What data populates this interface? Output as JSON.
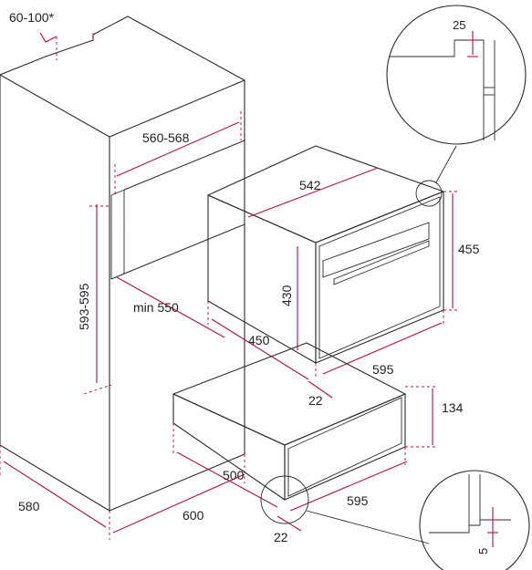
{
  "dimensions": {
    "niche_depth_range": "60-100*",
    "niche_width": "560-568",
    "niche_height": "593-595",
    "niche_min_depth": "min 550",
    "cabinet_depth": "580",
    "cabinet_width": "600",
    "oven_body_width": "542",
    "oven_front_height": "455",
    "oven_body_height": "430",
    "oven_body_depth": "450",
    "oven_front_width": "595",
    "oven_front_offset": "22",
    "detail_gap_top": "25",
    "drawer_height": "134",
    "drawer_depth": "500",
    "drawer_front_width": "595",
    "drawer_front_offset": "22",
    "detail_gap_bottom": "5"
  }
}
